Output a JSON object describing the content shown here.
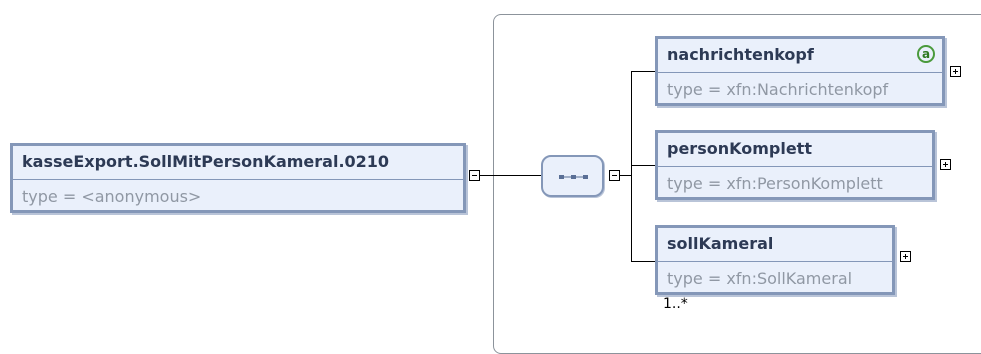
{
  "root": {
    "name": "kasseExport.SollMitPersonKameral.0210",
    "type": "type = <anonymous>"
  },
  "sequence": {
    "icon": "sequence-compositor-icon"
  },
  "children": [
    {
      "name": "nachrichtenkopf",
      "type": "type = xfn:Nachrichtenkopf",
      "badge": "a"
    },
    {
      "name": "personKomplett",
      "type": "type = xfn:PersonKomplett"
    },
    {
      "name": "sollKameral",
      "type": "type = xfn:SollKameral",
      "occurrence": "1..*"
    }
  ],
  "colors": {
    "node_fill": "#eaf0fb",
    "node_border": "#8497b8",
    "title_text": "#2d3a55",
    "type_text": "#9098a4",
    "badge": "#4a9a3c"
  }
}
